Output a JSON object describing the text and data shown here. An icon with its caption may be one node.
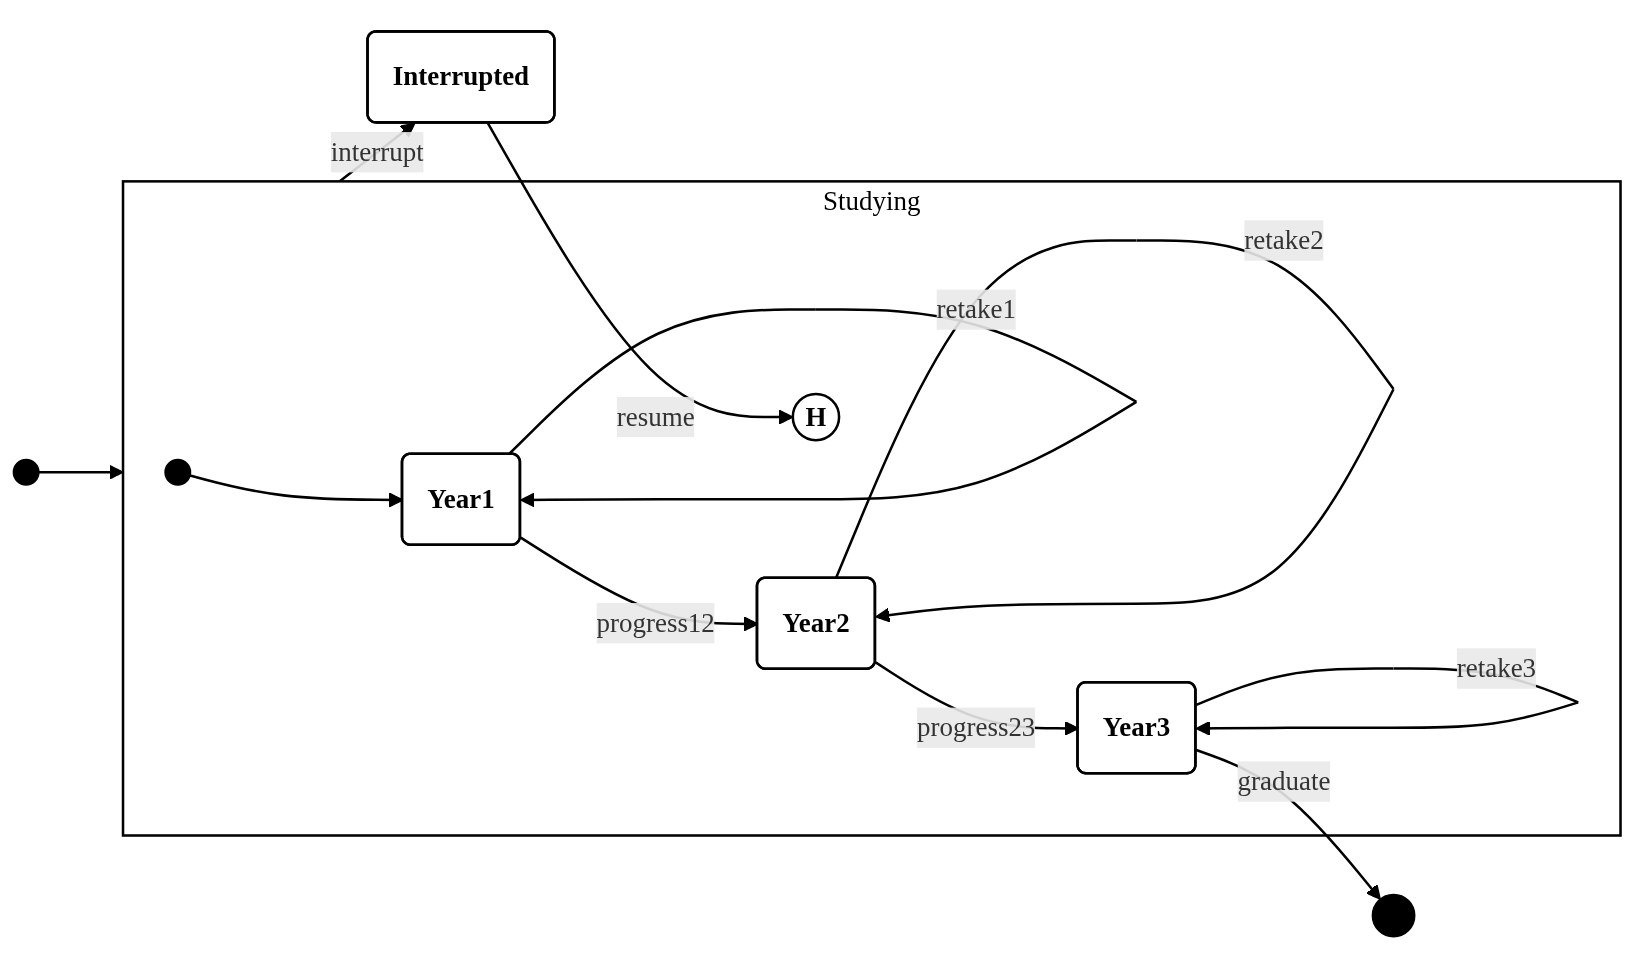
{
  "diagram": {
    "nodes": [
      {
        "text": [],
        "shape": "circle"
      },
      {
        "text": [
          "Studying"
        ]
      },
      {
        "text": [],
        "shape": "circle",
        "in": 1
      },
      {
        "text": [
          "Year1"
        ],
        "in": 1
      },
      {
        "text": [
          "Year2"
        ],
        "in": 1
      },
      {
        "text": [
          "Year3"
        ],
        "in": 1
      },
      {
        "text": [
          "H"
        ],
        "in": 1
      },
      {
        "text": [],
        "shape": "circle"
      },
      {
        "text": [
          "Interrupted"
        ]
      }
    ],
    "edges": [
      {
        "from": 0,
        "to": 1,
        "arrow": "to"
      },
      {
        "from": 2,
        "to": 3,
        "arrow": "to"
      },
      {
        "from": 3,
        "to": 4,
        "label": "progress12",
        "arrow": "to"
      },
      {
        "from": 3,
        "to": 3,
        "label": "retake1",
        "arrow": "to"
      },
      {
        "from": 4,
        "to": 4,
        "label": "retake2",
        "arrow": "to"
      },
      {
        "from": 4,
        "to": 5,
        "label": "progress23",
        "arrow": "to"
      },
      {
        "from": 5,
        "to": 5,
        "label": "retake3",
        "arrow": "to"
      },
      {
        "from": 5,
        "to": 7,
        "label": "graduate",
        "arrow": "to"
      },
      {
        "from": 1,
        "to": 8,
        "label": "interrupt",
        "arrow": "to"
      },
      {
        "from": 8,
        "to": 6,
        "label": "resume",
        "arrow": "to"
      }
    ]
  }
}
